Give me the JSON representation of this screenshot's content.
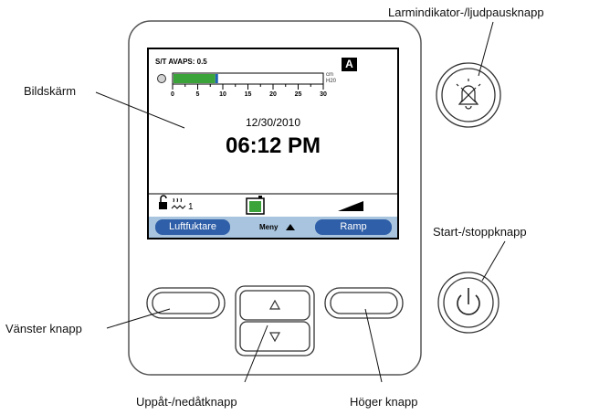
{
  "labels": {
    "alarm_button": "Larmindikator-/ljudpausknapp",
    "display": "Bildskärm",
    "start_stop_button": "Start-/stoppknapp",
    "left_button": "Vänster knapp",
    "up_down_button": "Uppåt-/nedåtknapp",
    "right_button": "Höger knapp"
  },
  "screen": {
    "mode": "S/T AVAPS: 0.5",
    "mode_badge": "A",
    "pressure_unit_line1": "cm",
    "pressure_unit_line2": "H20",
    "scale_ticks": [
      "0",
      "5",
      "10",
      "15",
      "20",
      "25",
      "30"
    ],
    "pressure_value": 8.5,
    "date": "12/30/2010",
    "time": "06:12 PM",
    "humidifier_level": "1",
    "softkey_left": "Luftfuktare",
    "menu": "Meny",
    "softkey_right": "Ramp"
  },
  "colors": {
    "screen_border": "#000000",
    "bar_fill": "#3aa33a",
    "bar_marker": "#1d5fb3",
    "softkey_bg": "#2f5fa8",
    "menu_bar_bg": "#a8c4de",
    "battery": "#3aa33a"
  }
}
